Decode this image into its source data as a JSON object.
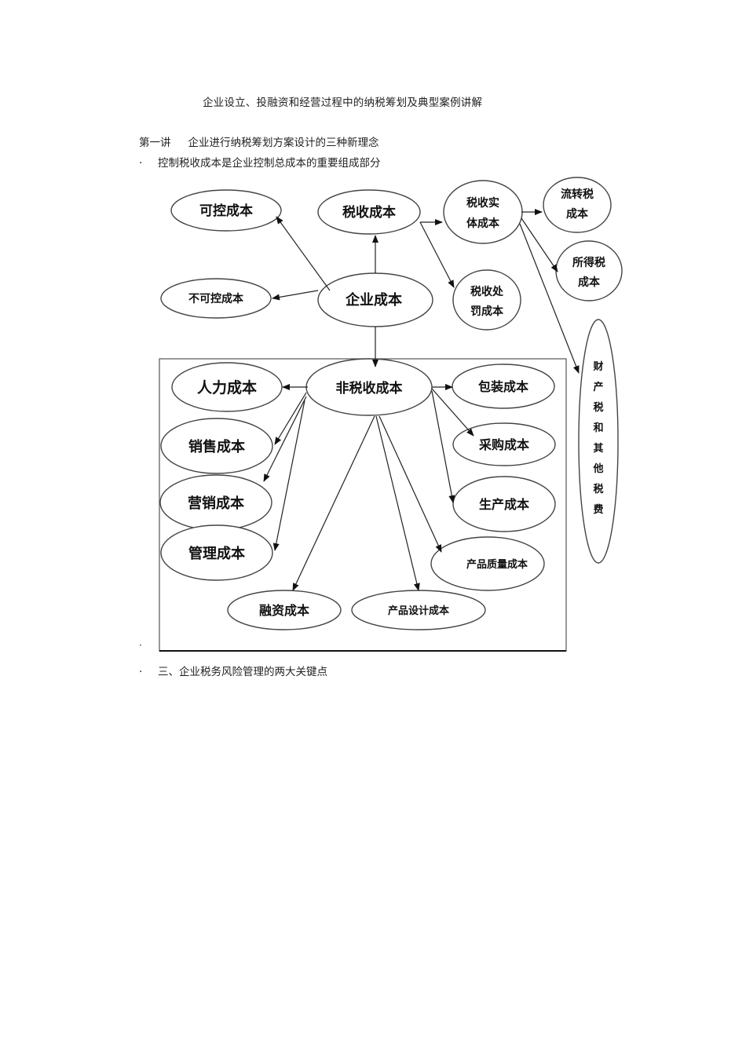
{
  "document": {
    "title": "企业设立、投融资和经营过程中的纳税筹划及典型案例讲解",
    "lecture_label": "第一讲",
    "lecture_title": "企业进行纳税筹划方案设计的三种新理念",
    "bullet_1": "控制税收成本是企业控制总成本的重要组成部分",
    "bullet_marker": "·",
    "bullet_2": "三、企业税务风险管理的两大关键点"
  },
  "diagram": {
    "nodes": {
      "enterprise_cost": "企业成本",
      "controllable_cost": "可控成本",
      "uncontrollable_cost": "不可控成本",
      "tax_cost": "税收成本",
      "tax_entity_cost_l1": "税收实",
      "tax_entity_cost_l2": "体成本",
      "tax_penalty_cost_l1": "税收处",
      "tax_penalty_cost_l2": "罚成本",
      "turnover_tax_l1": "流转税",
      "turnover_tax_l2": "成本",
      "income_tax_l1": "所得税",
      "income_tax_l2": "成本",
      "property_tax_chars": [
        "财",
        "产",
        "税",
        "和",
        "其",
        "他",
        "税",
        "费"
      ],
      "non_tax_cost": "非税收成本",
      "hr_cost": "人力成本",
      "sales_cost": "销售成本",
      "marketing_cost": "营销成本",
      "management_cost": "管理成本",
      "financing_cost": "融资成本",
      "product_design_cost": "产品设计成本",
      "packaging_cost": "包装成本",
      "procurement_cost": "采购成本",
      "production_cost": "生产成本",
      "quality_cost": "产品质量成本"
    }
  }
}
